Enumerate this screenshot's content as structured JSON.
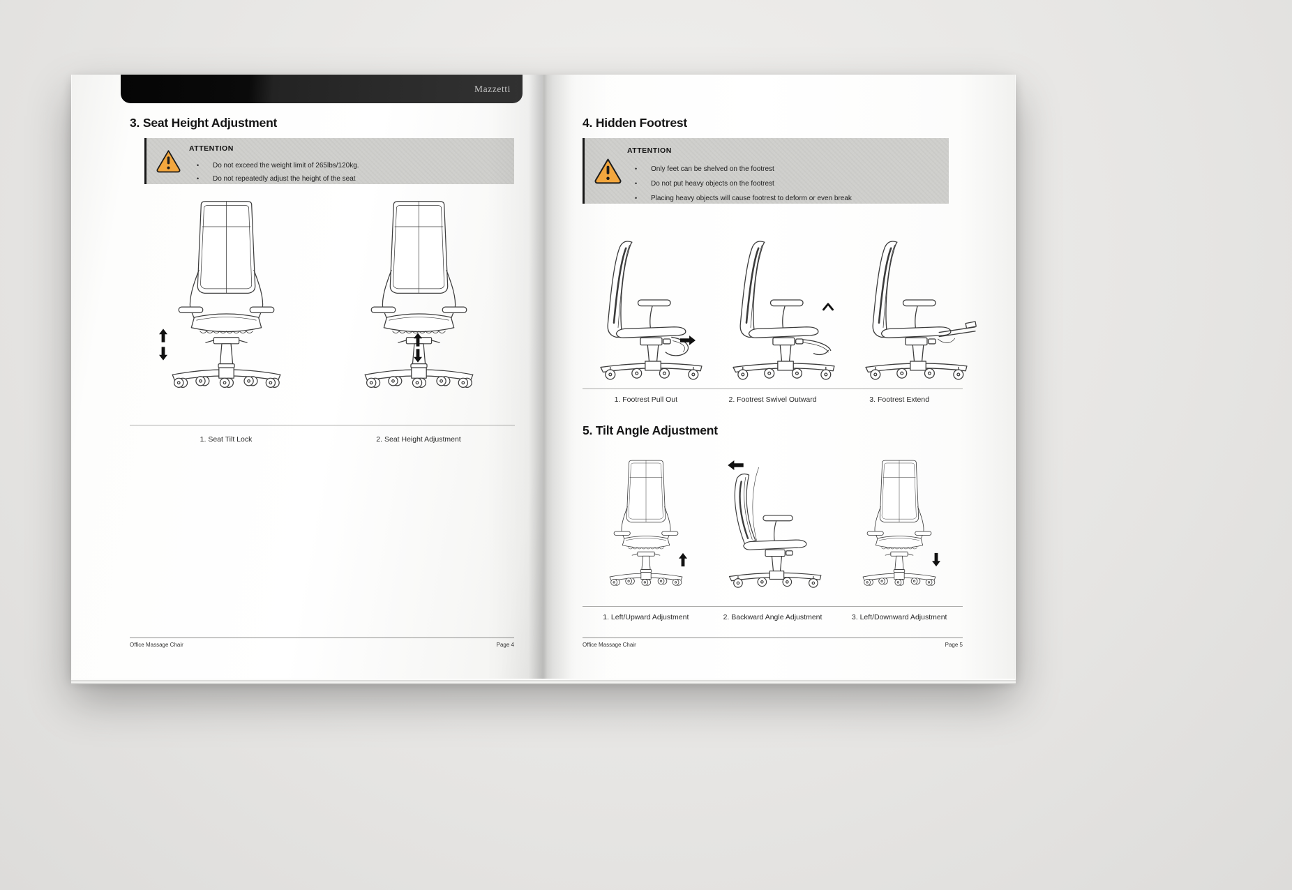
{
  "brand": "Mazzetti",
  "colors": {
    "warning_orange": "#F3A73E",
    "warning_outline": "#1c1c1c",
    "attention_bg": "#CFCFCC",
    "header_bar": "#0A0A0A"
  },
  "left_page": {
    "section3": {
      "title": "3. Seat Height Adjustment",
      "attention": {
        "label": "ATTENTION",
        "bullets": [
          "Do not exceed the weight limit of 265lbs/120kg.",
          "Do not repeatedly adjust the height of the seat"
        ]
      },
      "captions": [
        "1. Seat Tilt Lock",
        "2. Seat Height Adjustment"
      ]
    },
    "footer": {
      "title": "Office Massage Chair",
      "page": "Page 4"
    }
  },
  "right_page": {
    "section4": {
      "title": "4. Hidden Footrest",
      "attention": {
        "label": "ATTENTION",
        "bullets": [
          "Only feet can be shelved on the footrest",
          "Do not put heavy objects on the footrest",
          "Placing heavy objects will cause footrest to deform or even break"
        ]
      },
      "captions": [
        "1. Footrest Pull Out",
        "2. Footrest Swivel Outward",
        "3. Footrest Extend"
      ]
    },
    "section5": {
      "title": "5. Tilt Angle Adjustment",
      "captions": [
        "1. Left/Upward Adjustment",
        "2. Backward Angle Adjustment",
        "3. Left/Downward Adjustment"
      ]
    },
    "footer": {
      "title": "Office Massage Chair",
      "page": "Page 5"
    }
  }
}
